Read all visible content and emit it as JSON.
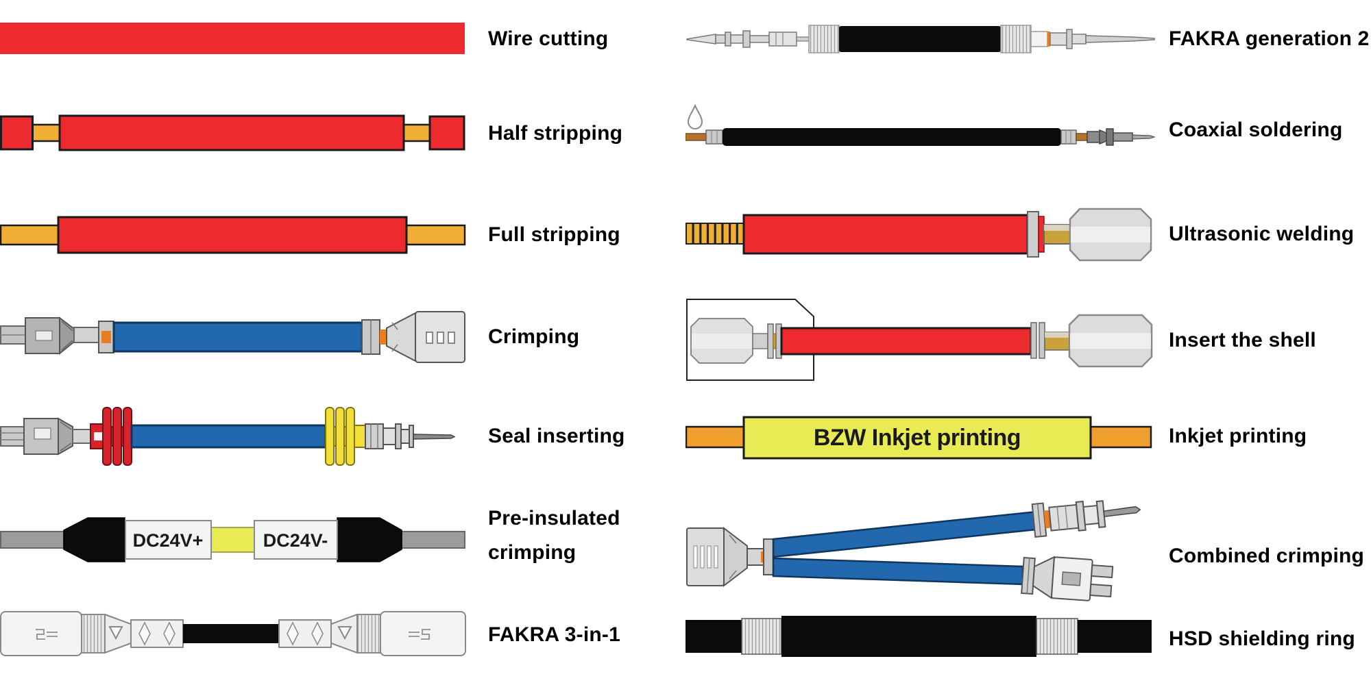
{
  "figure": {
    "description": "Wire and cable processing capability illustrations, two columns of labeled examples"
  },
  "processes": {
    "left": [
      {
        "label": "Wire cutting"
      },
      {
        "label": "Half stripping"
      },
      {
        "label": "Full stripping"
      },
      {
        "label": "Crimping"
      },
      {
        "label": "Seal inserting"
      },
      {
        "label_line1": "Pre-insulated",
        "label_line2": "crimping"
      },
      {
        "label": "FAKRA 3-in-1"
      }
    ],
    "right": [
      {
        "label": "FAKRA generation 2"
      },
      {
        "label": "Coaxial soldering"
      },
      {
        "label": "Ultrasonic welding"
      },
      {
        "label": "Insert the shell"
      },
      {
        "label": "Inkjet printing"
      },
      {
        "label": "Combined crimping"
      },
      {
        "label": "HSD shielding ring"
      }
    ]
  },
  "art_text": {
    "pre_insulated_tag_positive": "DC24V+",
    "pre_insulated_tag_negative": "DC24V-",
    "inkjet_print": "BZW Inkjet printing"
  },
  "icons": {
    "solder_drop": "droplet-outline"
  },
  "colors": {
    "wire_red": "#ED2B2F",
    "wire_blue": "#2168AE",
    "conductor_orange": "#F0AE35",
    "wire_orange": "#EF9F2E",
    "inkjet_yellow": "#E9EB55",
    "seal_red": "#D8232A",
    "seal_yellow": "#F2DF3A",
    "cable_black": "#0B0B0B",
    "wire_gray": "#9C9C9C",
    "copper_brown": "#B5722E",
    "crimp_orange": "#E87E20",
    "crimp_gold": "#C9A23A",
    "metal_silver": "#D4D4D4"
  }
}
